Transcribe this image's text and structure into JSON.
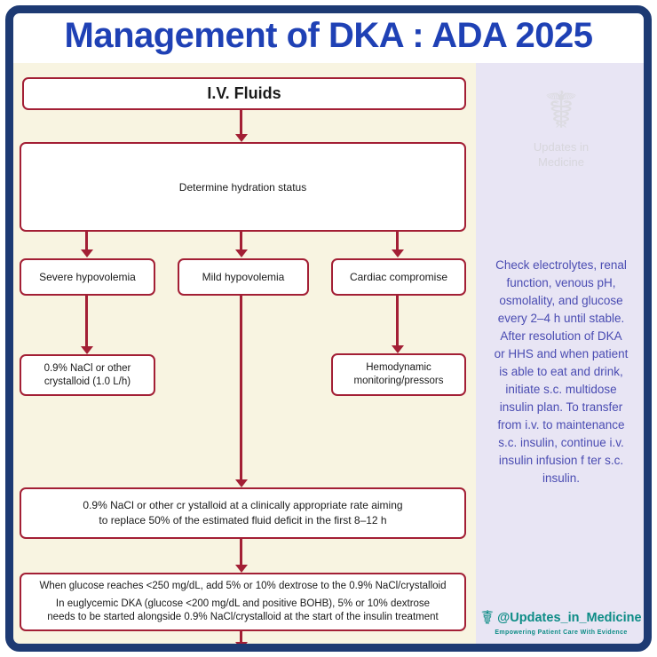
{
  "header": {
    "title": "Management of DKA : ADA 2025"
  },
  "flowchart": {
    "iv_fluids": "I.V. Fluids",
    "determine": "Determine hydration status",
    "severe": "Severe hypovolemia",
    "mild": "Mild hypovolemia",
    "cardiac": "Cardiac compromise",
    "nacl_lines": [
      "0.9% NaCl or other",
      "crystalloid (1.0 L/h)"
    ],
    "hemo_lines": [
      "Hemodynamic",
      "monitoring/pressors"
    ],
    "rate_lines": [
      "0.9% NaCl or other cr ystalloid at a clinically appropriate rate aiming",
      "to replace 50% of the estimated fluid deficit in the first 8–12 h"
    ],
    "glucose_lines": [
      "When glucose reaches <250 mg/dL, add 5% or 10% dextrose to the 0.9% NaCl/crystalloid",
      "In euglycemic DKA (glucose <200 mg/dL and positive BOHB), 5% or 10% dextrose",
      "needs to be started alongside 0.9% NaCl/crystalloid at the start of the insulin treatment"
    ]
  },
  "sidebar": {
    "note_lines": [
      "Check electrolytes, renal",
      "function, venous pH,",
      "osmolality, and glucose",
      "every 2–4 h until stable.",
      "After resolution of DKA",
      "or HHS and when patient",
      "is able to eat and drink,",
      "initiate s.c. multidose",
      "insulin plan. To transfer",
      "from i.v. to maintenance",
      "s.c. insulin, continue i.v.",
      "insulin infusion f ter s.c.",
      "insulin."
    ],
    "watermark": {
      "icon": "☤",
      "line1": "Updates in",
      "line2": "Medicine"
    },
    "footer": {
      "icon": "☤",
      "handle": "@Updates_in_Medicine",
      "tagline": "Empowering Patient Care With Evidence"
    }
  },
  "colors": {
    "frame_navy": "#1d3a73",
    "title_blue": "#1f41b5",
    "accent_red": "#a31f35",
    "flow_bg": "#f8f4e1",
    "side_bg": "#e8e5f4",
    "note_purple": "#4a4cb2",
    "brand_teal": "#0d8c86"
  }
}
